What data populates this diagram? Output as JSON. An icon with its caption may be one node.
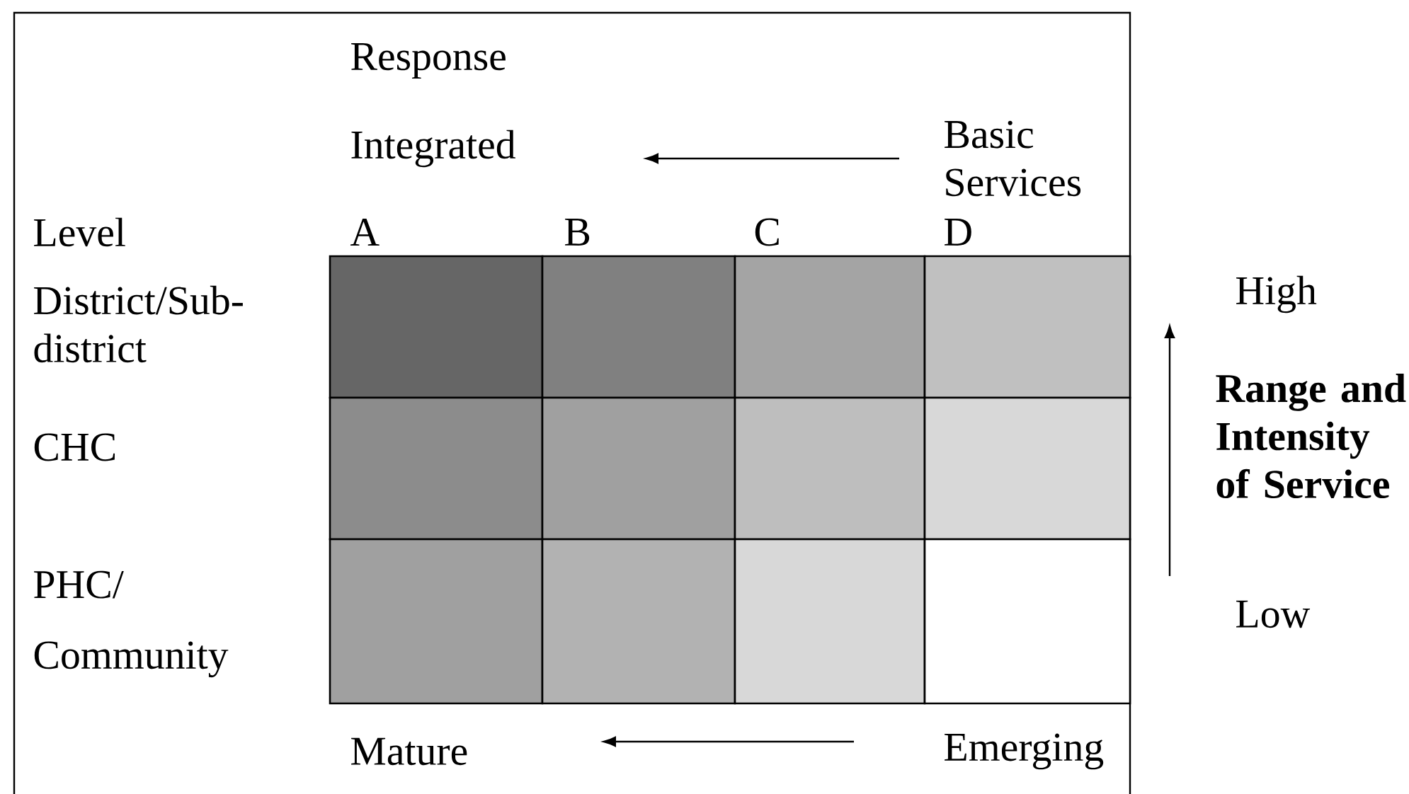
{
  "diagram": {
    "labels": [
      "Response",
      "Integrated",
      "Basic Services",
      "Level",
      "A",
      "B",
      "C",
      "D",
      "District/Sub-district",
      "High",
      "Range and Intensity of Service",
      "CHC",
      "PHC/ Community",
      "Low",
      "Mature",
      "Emerging"
    ]
  }
}
